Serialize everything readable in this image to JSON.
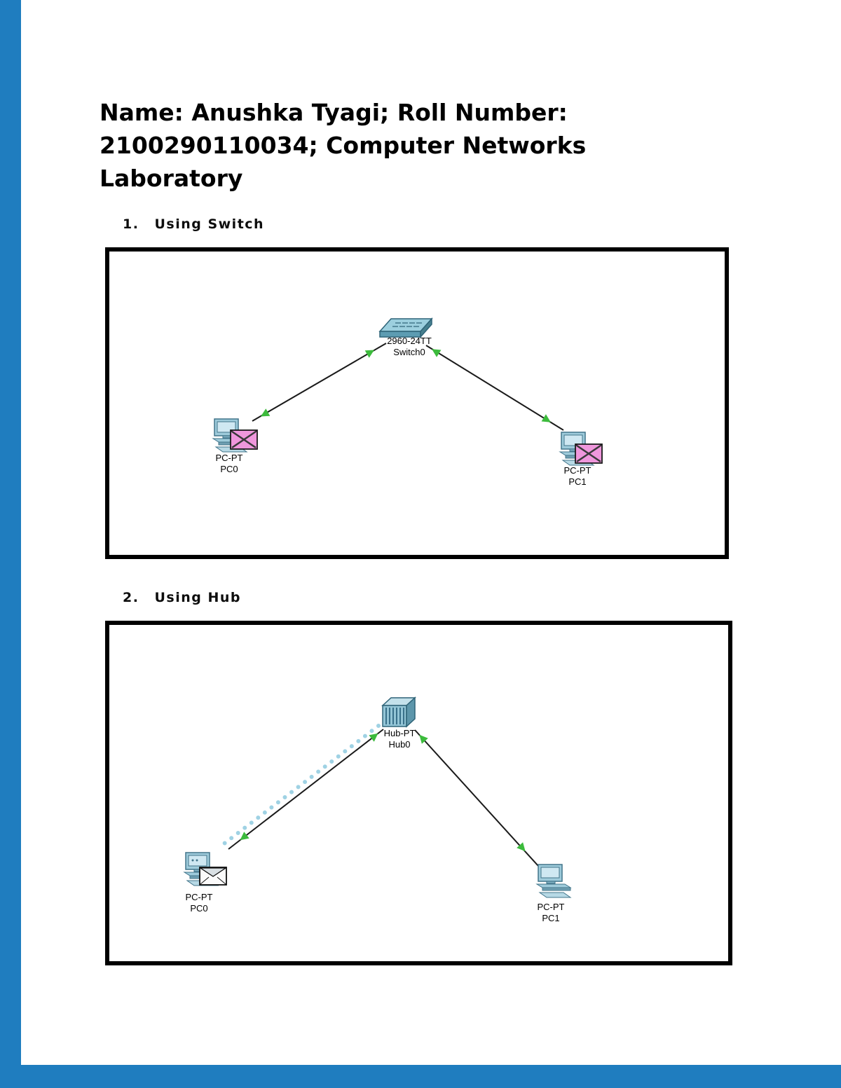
{
  "page": {
    "title_lines": [
      "Name: Anushka Tyagi; Roll Number:",
      "2100290110034; Computer Networks",
      "Laboratory"
    ],
    "sections": [
      {
        "number": "1.",
        "label": "Using Switch"
      },
      {
        "number": "2.",
        "label": "Using Hub"
      }
    ]
  },
  "switch_topology": {
    "switch": {
      "model": "2960-24TT",
      "name": "Switch0"
    },
    "pc0": {
      "model": "PC-PT",
      "name": "PC0"
    },
    "pc1": {
      "model": "PC-PT",
      "name": "PC1"
    }
  },
  "hub_topology": {
    "hub": {
      "model": "Hub-PT",
      "name": "Hub0"
    },
    "pc0": {
      "model": "PC-PT",
      "name": "PC0"
    },
    "pc1": {
      "model": "PC-PT",
      "name": "PC1"
    }
  },
  "colors": {
    "margin_blue": "#1f7dbf",
    "line_black": "#1a1a1a",
    "link_green": "#3cbb3c",
    "device_teal": "#93c5d6",
    "pdu_failed_pink": "#ef97dc",
    "packet_trail_blue": "#9fd2e4"
  }
}
